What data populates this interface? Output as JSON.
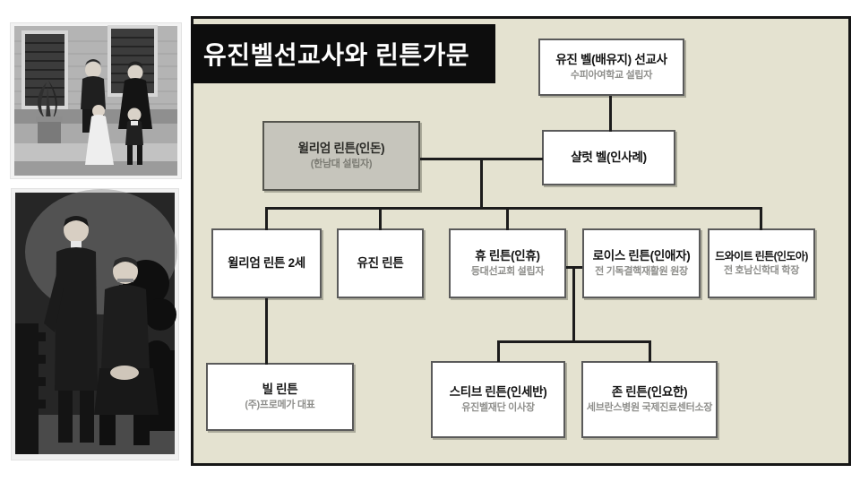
{
  "title": "유진벨선교사와 린튼가문",
  "tree": {
    "eugene_bell": {
      "name": "유진 벨(배유지) 선교사",
      "desc": "수피아여학교 설립자"
    },
    "william_linton": {
      "name": "윌리엄 린튼(인돈)",
      "desc": "(한남대 설립자)"
    },
    "charlotte_bell": {
      "name": "샬럿 벨(인사례)"
    },
    "william2": {
      "name": "윌리엄 린튼 2세"
    },
    "eugene_linton": {
      "name": "유진 린튼"
    },
    "hugh": {
      "name": "휴 린튼(인휴)",
      "desc": "등대선교회 설립자"
    },
    "lois": {
      "name": "로이스 린튼(인애자)",
      "desc": "전 기독결핵재활원 원장"
    },
    "dwight": {
      "name": "드와이트 린튼(인도아)",
      "desc": "전 호남신학대 학장"
    },
    "bill": {
      "name": "빌 린튼",
      "desc": "(주)프로메가 대표"
    },
    "steve": {
      "name": "스티브 린튼(인세반)",
      "desc": "유진벨재단 이사장"
    },
    "john": {
      "name": "존 린튼(인요한)",
      "desc": "세브란스병원 국제진료센터소장"
    }
  },
  "photos": {
    "family": {
      "label": "가족 사진 (집 계단 앞의 부부와 두 아이)"
    },
    "portrait": {
      "label": "두 남성 인물 사진 (서 있는 청년과 앉아 있는 노신사)"
    }
  },
  "colors": {
    "panel_bg": "#e4e2d0",
    "title_bg": "#0d0d0d",
    "node_gray_bg": "#c6c5bc",
    "line": "#1c1c1c"
  }
}
